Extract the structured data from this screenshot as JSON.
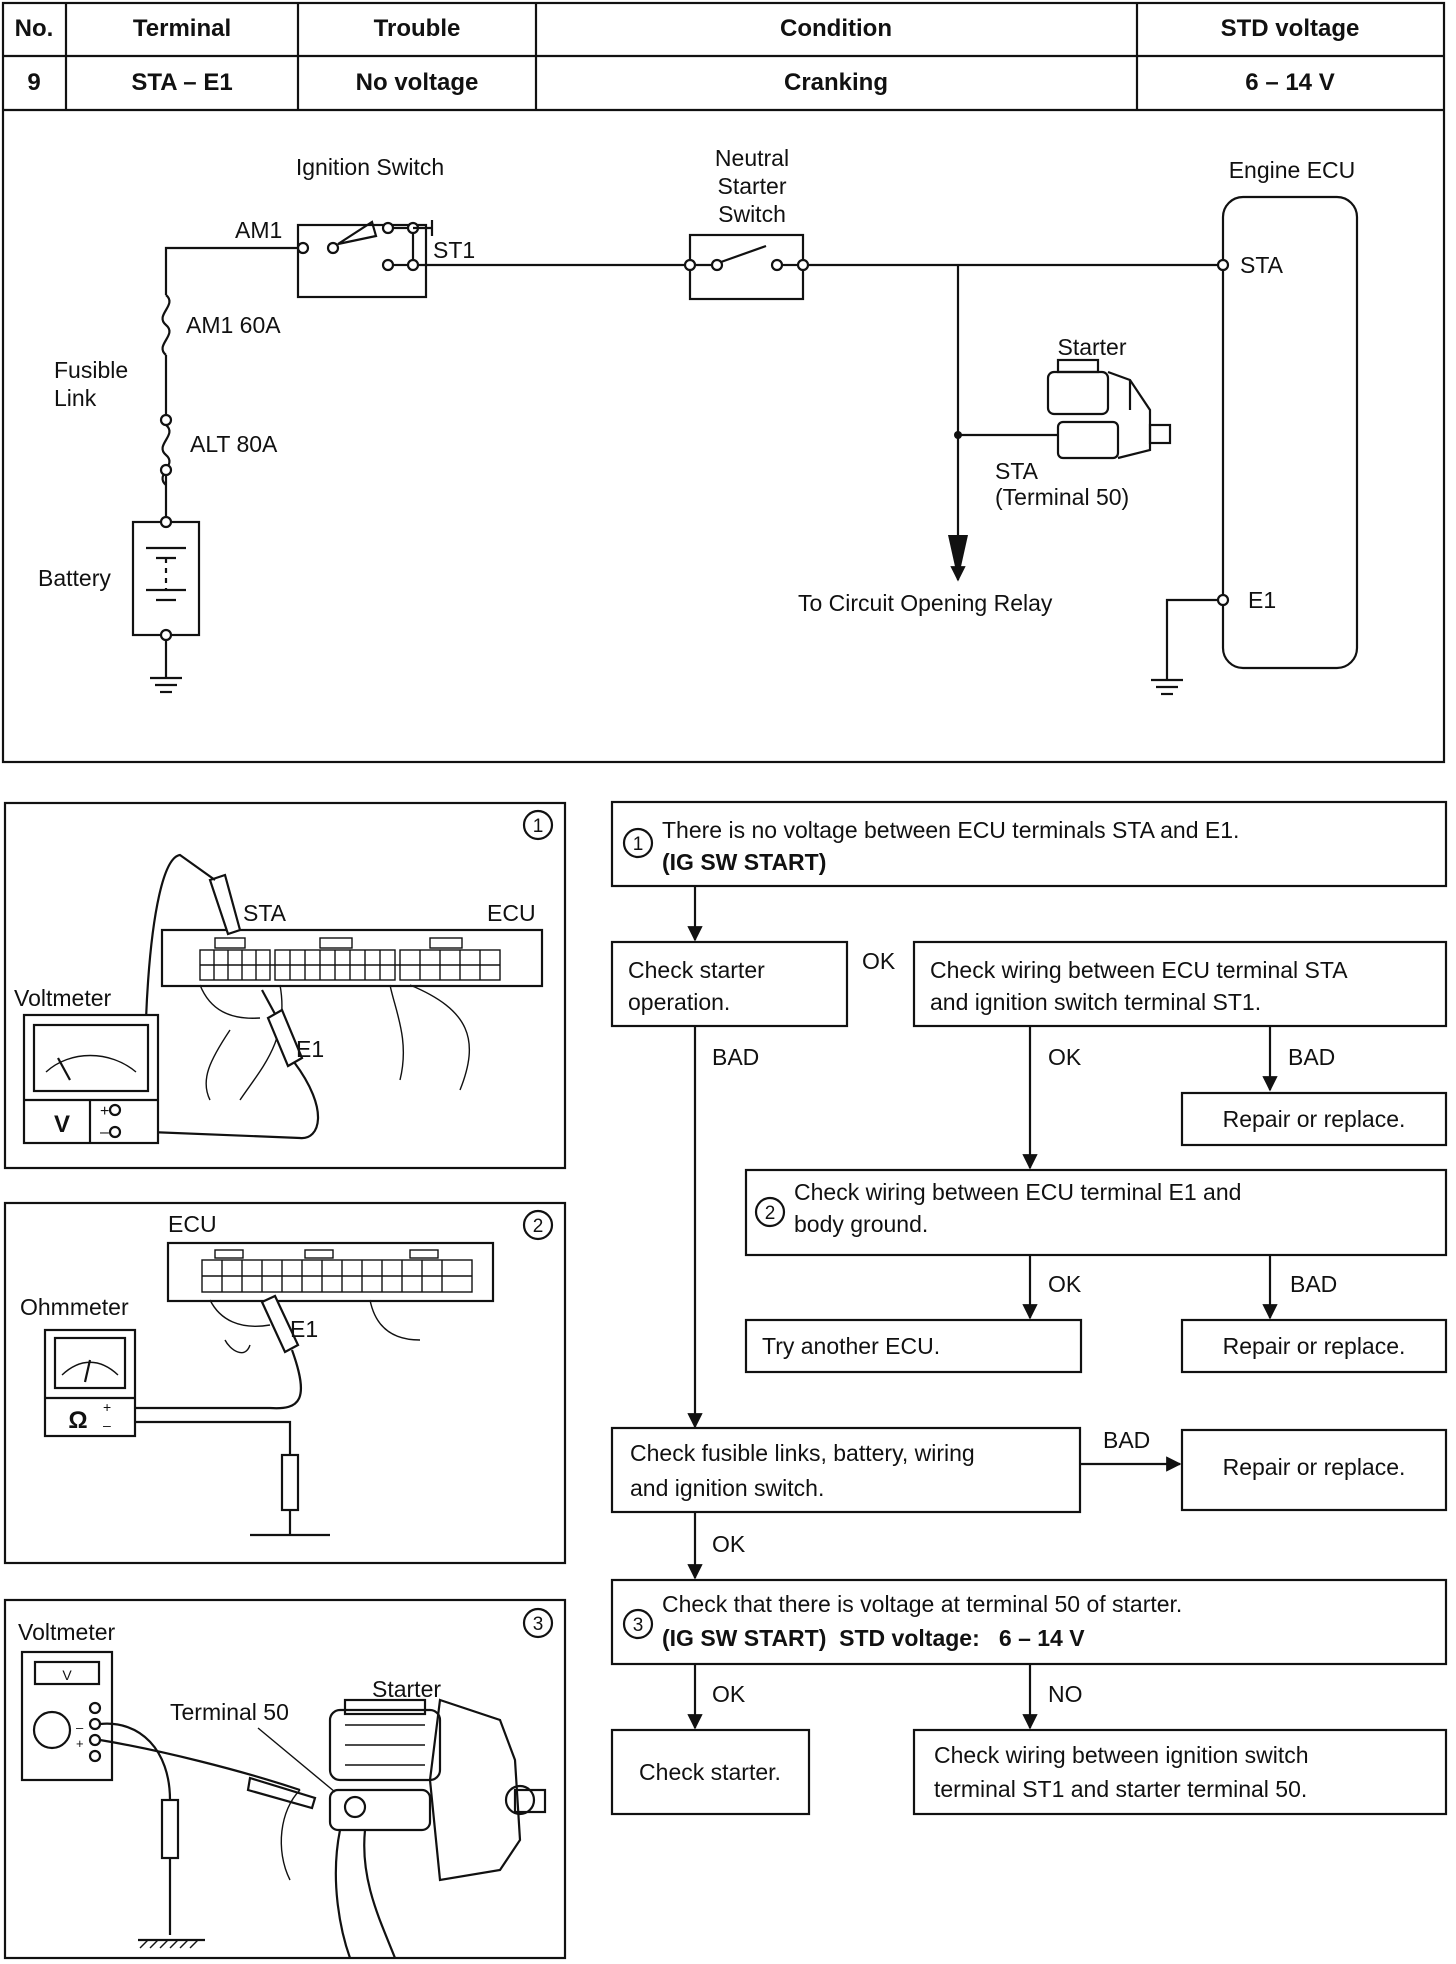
{
  "table": {
    "headers": {
      "no": "No.",
      "terminal": "Terminal",
      "trouble": "Trouble",
      "condition": "Condition",
      "std_voltage": "STD voltage"
    },
    "row": {
      "no": "9",
      "terminal": "STA – E1",
      "trouble": "No voltage",
      "condition": "Cranking",
      "std_voltage": "6 – 14 V"
    }
  },
  "circuit": {
    "ignition_switch": "Ignition Switch",
    "am1": "AM1",
    "st1": "ST1",
    "neutral_starter_switch": [
      "Neutral",
      "Starter",
      "Switch"
    ],
    "engine_ecu": "Engine ECU",
    "sta": "STA",
    "e1": "E1",
    "fuse_am1": "AM1 60A",
    "fusible_link": [
      "Fusible",
      "Link"
    ],
    "fuse_alt": "ALT 80A",
    "battery": "Battery",
    "starter": "Starter",
    "starter_terminal": [
      "STA",
      "(Terminal 50)"
    ],
    "circuit_opening_relay": "To Circuit Opening Relay"
  },
  "illustrations": {
    "fig1": {
      "num": "1",
      "sta": "STA",
      "ecu": "ECU",
      "voltmeter": "Voltmeter",
      "e1": "E1",
      "meter_symbol": "V",
      "plus": "+",
      "minus": "–"
    },
    "fig2": {
      "num": "2",
      "ecu": "ECU",
      "ohmmeter": "Ohmmeter",
      "e1": "E1",
      "meter_symbol": "Ω",
      "plus": "+",
      "minus": "–"
    },
    "fig3": {
      "num": "3",
      "voltmeter": "Voltmeter",
      "starter": "Starter",
      "terminal50": "Terminal 50",
      "meter_symbol": "V",
      "plus": "+",
      "minus": "–"
    }
  },
  "flowchart": {
    "step1": {
      "num": "1",
      "line1": "There is no voltage between ECU terminals STA and E1.",
      "line2": "(IG SW START)"
    },
    "check_starter_op": [
      "Check starter",
      "operation."
    ],
    "ok_a": "OK",
    "check_wiring_sta": [
      "Check wiring between ECU terminal STA",
      "and ignition switch terminal ST1."
    ],
    "bad_a": "BAD",
    "ok_b": "OK",
    "bad_b": "BAD",
    "repair1": "Repair or replace.",
    "step2": {
      "num": "2",
      "line1": "Check wiring between ECU terminal E1 and",
      "line2": "body ground."
    },
    "ok_c": "OK",
    "bad_c": "BAD",
    "try_ecu": "Try another ECU.",
    "repair2": "Repair or replace.",
    "check_fusible": [
      "Check fusible links, battery, wiring",
      "and ignition switch."
    ],
    "bad_d": "BAD",
    "repair3": "Repair or replace.",
    "ok_d": "OK",
    "step3": {
      "num": "3",
      "line1": "Check that there is voltage at terminal 50 of starter.",
      "line2": "(IG SW START)  STD voltage:   6 – 14 V"
    },
    "ok_e": "OK",
    "no_e": "NO",
    "check_starter": "Check starter.",
    "check_wiring_st1": [
      "Check wiring between ignition switch",
      "terminal ST1 and starter terminal 50."
    ]
  }
}
